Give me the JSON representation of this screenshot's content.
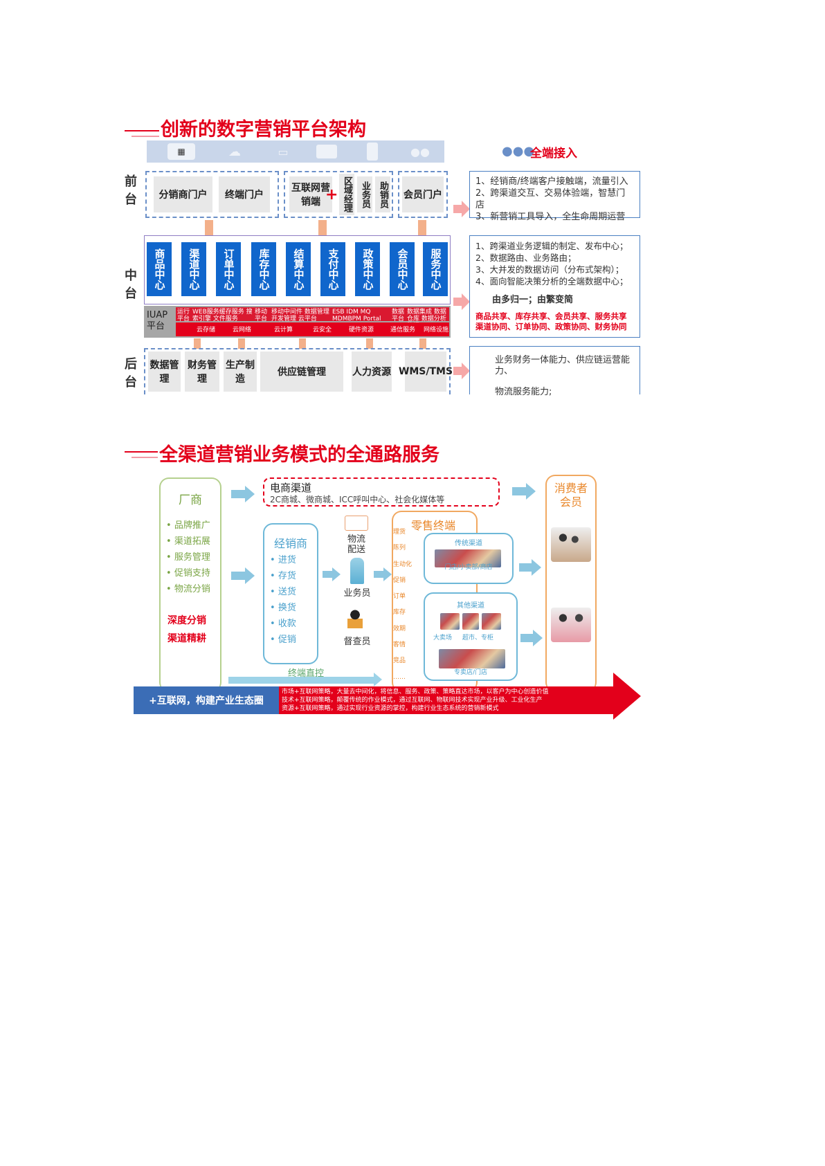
{
  "section1": {
    "title": "创新的数字营销平台架构",
    "row_labels": [
      "前台",
      "中台",
      "后台"
    ],
    "top_icons": [
      "shop-icon",
      "cloud-cart-icon",
      "laptop-cart-icon",
      "card-icon",
      "phone-icon",
      "people-icon"
    ],
    "front": {
      "group1": [
        "分销商门户",
        "终端门户"
      ],
      "group2_main": "互联网营销端",
      "group2_vertical": [
        "区域经理",
        "业务员",
        "助销员"
      ],
      "group3": "会员门户"
    },
    "middle_centers": [
      "商品中心",
      "渠道中心",
      "订单中心",
      "库存中心",
      "结算中心",
      "支付中心",
      "政策中心",
      "会员中心",
      "服务中心"
    ],
    "iuap": {
      "label": "IUAP平台",
      "red_texts": [
        "运行平台",
        "WEB服务缓存服务 搜索引擎 文件服务",
        "移动平台",
        "移动中间件 数据管理 开发管理 云平台",
        "ESB IDM MQ MDMBPM Portal",
        "数据平台",
        "数据集成 数据仓库 数据分析 数据"
      ],
      "cloud_items": [
        "云存储",
        "云网络",
        "云计算",
        "云安全",
        "硬件资源",
        "通信服务",
        "网络设施"
      ]
    },
    "back": [
      "数据管理",
      "财务管理",
      "生产制造",
      "供应链管理",
      "人力资源",
      "WMS/TMS"
    ],
    "right_header": "全端接入",
    "right_box1": [
      "1、经销商/终端客户接触端，流量引入",
      "2、跨渠道交互、交易体验端，智慧门店",
      "3、新营销工具导入，全生命周期运营"
    ],
    "right_box2": [
      "1、跨渠道业务逻辑的制定、发布中心；",
      "2、数据路由、业务路由；",
      "3、大并发的数据访问（分布式架构）；",
      "4、面向智能决策分析的全端数据中心；"
    ],
    "right_box2_bold": "由多归一；由繁变简",
    "right_box2_red": [
      "商品共享、库存共享、会员共享、服务共享",
      "渠道协同、订单协同、政策协同、财务协同"
    ],
    "right_box3": [
      "业务财务一体能力、供应链运营能力、",
      "物流服务能力;"
    ]
  },
  "section2": {
    "title": "全渠道营销业务模式的全通路服务",
    "manufacturer": {
      "title": "厂商",
      "items": [
        "品牌推广",
        "渠道拓展",
        "服务管理",
        "促销支持",
        "物流分销"
      ],
      "red": [
        "深度分销",
        "渠道精耕"
      ]
    },
    "ecommerce": {
      "title": "电商渠道",
      "desc": "2C商城、微商城、ICC呼叫中心、社会化媒体等"
    },
    "consumer": "消费者会员",
    "distributor": {
      "title": "经销商",
      "items": [
        "进货",
        "存货",
        "送货",
        "换货",
        "收款",
        "促销"
      ]
    },
    "roles": [
      "物流配送",
      "业务员",
      "督查员"
    ],
    "retail": {
      "title": "零售终端",
      "side_items": [
        "理货",
        "陈列",
        "生动化",
        "促销",
        "订单",
        "库存",
        "效期",
        "客情",
        "竞品",
        "……"
      ],
      "traditional": "传统渠道",
      "traditional_sub": "门店/小卖部/商店",
      "other": "其他渠道",
      "other_sub": [
        "大卖场",
        "超市、专柜",
        "专卖店/门店"
      ]
    },
    "terminal_direct": "终端直控",
    "banner_left": "+互联网，构建产业生态圈",
    "banner_lines": [
      "市场+互联网策略，大量去中间化，将信息、服务、政策、策略直达市场，以客户为中心创造价值",
      "技术+互联网策略，颠覆传统的作业模式，通过互联网、物联网技术实现产业升级、工业化生产",
      "资源+互联网策略，通过实现行业资源的掌控，构建行业生态系统的营销新模式"
    ]
  },
  "colors": {
    "accent_red": "#e3001b",
    "blue": "#1066cc",
    "banner_blue": "#3b6db6"
  }
}
